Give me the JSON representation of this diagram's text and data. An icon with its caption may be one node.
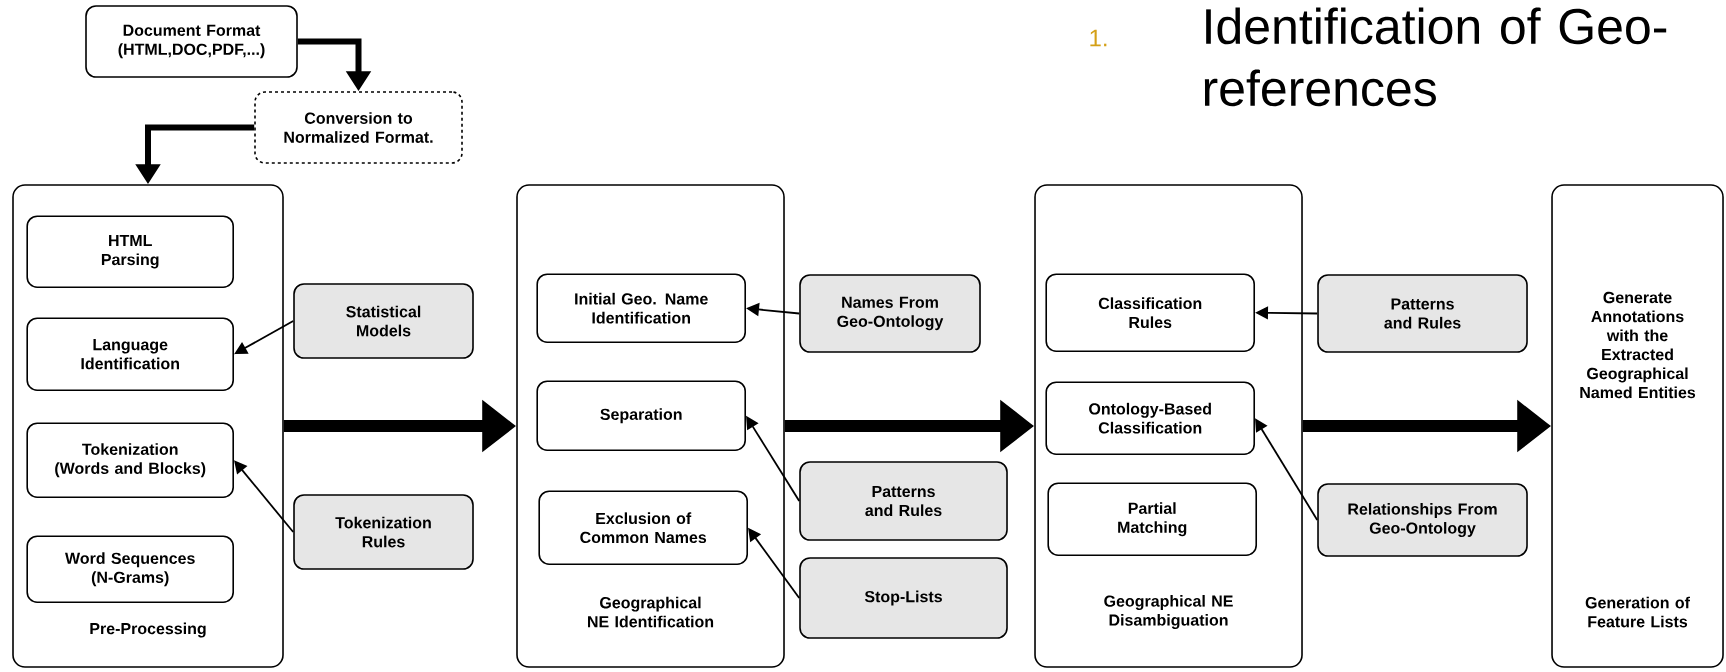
{
  "diagram": {
    "title": "Identification of Geo-references",
    "nodes": [
      {
        "text": [
          "Document Format (HTML,DOC,PDF,...)"
        ]
      },
      {
        "text": [
          "Conversion to Normalized Format."
        ]
      },
      {
        "text": [
          "Pre-Processing"
        ]
      },
      {
        "text": [
          "HTML Parsing"
        ],
        "in": 2
      },
      {
        "text": [
          "Language Identification"
        ],
        "in": 2
      },
      {
        "text": [
          "Tokenization (Words and Blocks)"
        ],
        "in": 2
      },
      {
        "text": [
          "Word Sequences (N-Grams)"
        ],
        "in": 2
      },
      {
        "text": [
          "Statistical Models"
        ]
      },
      {
        "text": [
          "Tokenization Rules"
        ]
      },
      {
        "text": [
          "Geographical NE Identification"
        ]
      },
      {
        "text": [
          "Initial Geo. Name Identification"
        ],
        "in": 9
      },
      {
        "text": [
          "Separation"
        ],
        "in": 9
      },
      {
        "text": [
          "Exclusion of Common Names"
        ],
        "in": 9
      },
      {
        "text": [
          "Names From Geo-Ontology"
        ]
      },
      {
        "text": [
          "Patterns and Rules"
        ]
      },
      {
        "text": [
          "Stop-Lists"
        ]
      },
      {
        "text": [
          "Geographical NE Disambiguation"
        ]
      },
      {
        "text": [
          "Classification Rules"
        ],
        "in": 16
      },
      {
        "text": [
          "Ontology-Based Classification"
        ],
        "in": 16
      },
      {
        "text": [
          "Partial Matching"
        ],
        "in": 16
      },
      {
        "text": [
          "Patterns and Rules"
        ]
      },
      {
        "text": [
          "Relationships From Geo-Ontology"
        ]
      },
      {
        "text": [
          "Generate Annotations with the Extracted Geographical Named Entities",
          "Generation of Feature Lists"
        ]
      }
    ],
    "edges": [
      {
        "from": 0,
        "to": 1,
        "arrow": "to",
        "style": "thick"
      },
      {
        "from": 1,
        "to": 2,
        "arrow": "to",
        "style": "thick"
      },
      {
        "from": 7,
        "to": 4,
        "arrow": "to"
      },
      {
        "from": 8,
        "to": 5,
        "arrow": "to"
      },
      {
        "from": 2,
        "to": 9,
        "arrow": "to",
        "style": "thick"
      },
      {
        "from": 13,
        "to": 10,
        "arrow": "to"
      },
      {
        "from": 14,
        "to": 11,
        "arrow": "to"
      },
      {
        "from": 15,
        "to": 12,
        "arrow": "to"
      },
      {
        "from": 9,
        "to": 16,
        "arrow": "to",
        "style": "thick"
      },
      {
        "from": 20,
        "to": 17,
        "arrow": "to"
      },
      {
        "from": 21,
        "to": 18,
        "arrow": "to"
      },
      {
        "from": 16,
        "to": 22,
        "arrow": "to",
        "style": "thick"
      }
    ],
    "labels": [
      "1."
    ]
  }
}
